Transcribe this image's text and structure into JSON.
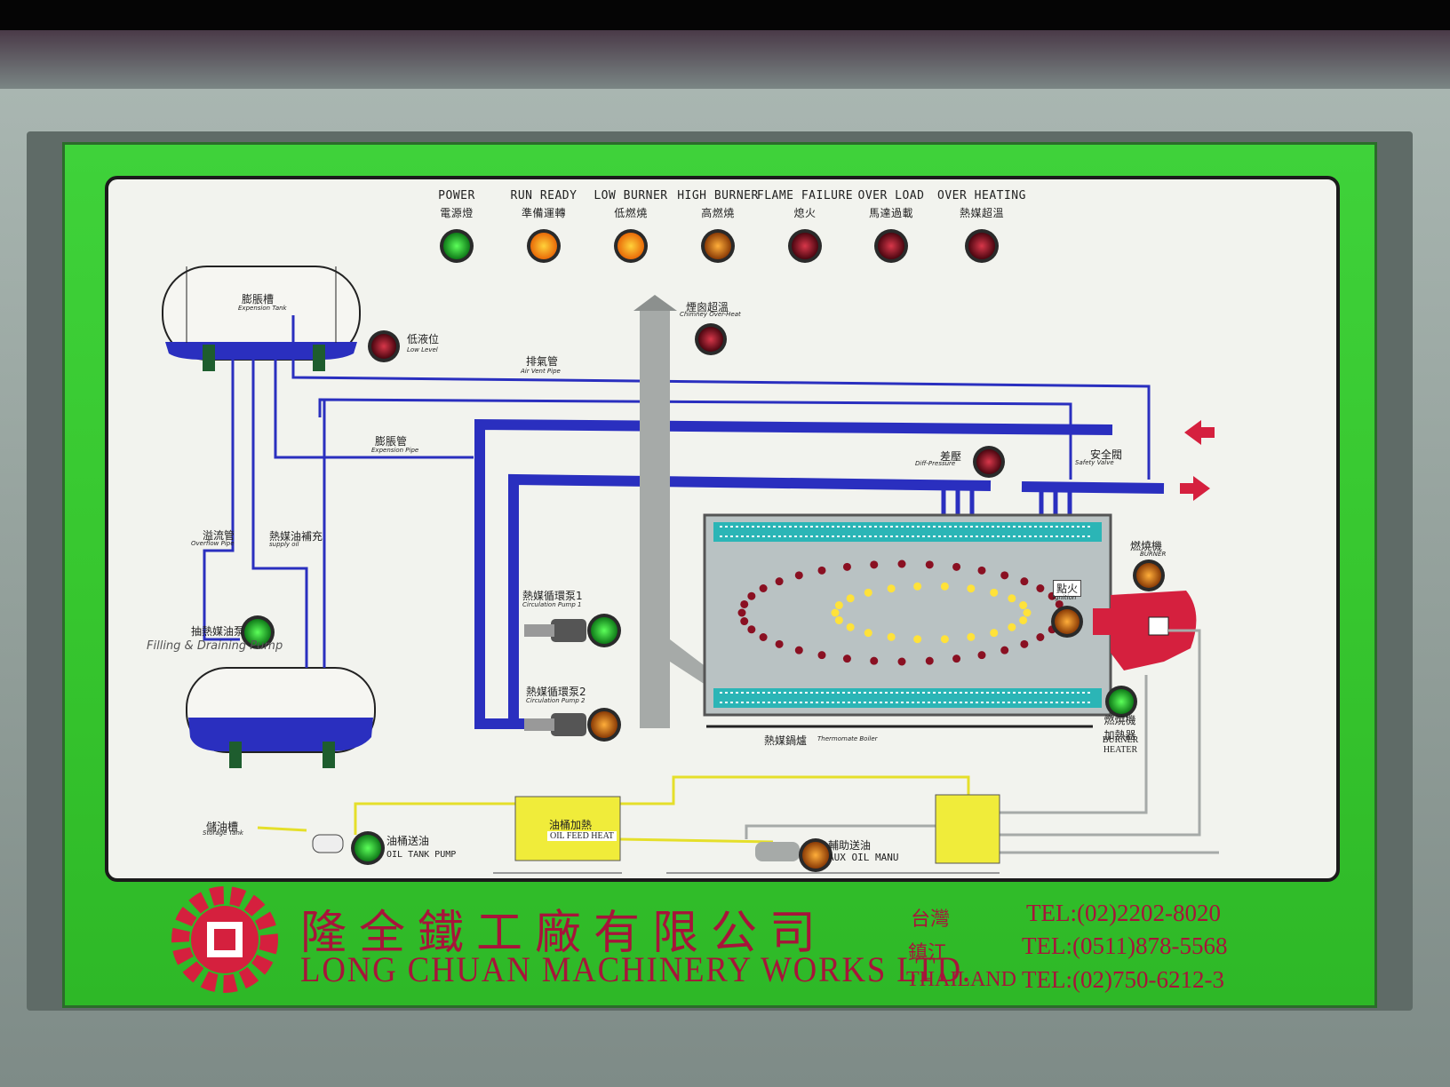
{
  "indicators": [
    {
      "label": "POWER",
      "zh": "電源燈",
      "color": "green"
    },
    {
      "label": "RUN READY",
      "zh": "準備運轉",
      "color": "orange"
    },
    {
      "label": "LOW BURNER",
      "zh": "低燃燒",
      "color": "orange"
    },
    {
      "label": "HIGH BURNER",
      "zh": "高燃燒",
      "color": "amber"
    },
    {
      "label": "FLAME FAILURE",
      "zh": "熄火",
      "color": "red"
    },
    {
      "label": "OVER LOAD",
      "zh": "馬達過載",
      "color": "red"
    },
    {
      "label": "OVER HEATING",
      "zh": "熱媒超溫",
      "color": "red"
    }
  ],
  "diagram": {
    "expansion_tank_zh": "膨脹槽",
    "expansion_tank_en": "Expension Tank",
    "low_level_zh": "低液位",
    "low_level_en": "Low Level",
    "air_vent_zh": "排氣管",
    "air_vent_en": "Air Vent Pipe",
    "chimney_zh": "煙囪超溫",
    "chimney_en": "Chimney Over-Heat",
    "expansion_pipe_zh": "膨脹管",
    "expansion_pipe_en": "Expension Pipe",
    "diff_pressure_zh": "差壓",
    "diff_pressure_en": "Diff-Pressure",
    "safety_valve_zh": "安全閥",
    "safety_valve_en": "Safety Valve",
    "overflow_zh": "溢流管",
    "overflow_en": "Overflow Pipe",
    "supply_zh": "熱媒油補充",
    "supply_en": "supply oil",
    "filling_zh": "抽熱媒油泵",
    "filling_en": "Filling & Draining Pump",
    "pump1_zh": "熱媒循環泵1",
    "pump1_en": "Circulation Pump 1",
    "pump2_zh": "熱媒循環泵2",
    "pump2_en": "Circulation Pump 2",
    "ignition_zh": "點火",
    "ignition_en": "Ignition",
    "burner_zh": "燃燒機",
    "burner_en": "BURNER",
    "boiler_zh": "熱媒鍋爐",
    "boiler_en": "Thermomate Boiler",
    "burner_heater_zh": "燃燒機加熱器",
    "burner_heater_en": "BURNER HEATER",
    "storage_zh": "儲油槽",
    "storage_en": "Storage Tank",
    "oil_tank_pump_zh": "油桶送油",
    "oil_tank_pump_en": "OIL TANK PUMP",
    "oil_feed_zh": "油桶加熱",
    "oil_feed_en": "OIL FEED HEAT",
    "aux_zh": "輔助送油",
    "aux_en": "AUX OIL MANU"
  },
  "company": {
    "name_zh": "隆全鐵工廠有限公司",
    "name_en": "LONG CHUAN MACHINERY WORKS LTD.",
    "locations": [
      {
        "place": "台灣",
        "tel": "TEL:(02)2202-8020"
      },
      {
        "place": "鎮江",
        "tel": "TEL:(0511)878-5568"
      },
      {
        "place": "THAILAND",
        "tel": "TEL:(02)750-6212-3"
      }
    ]
  },
  "colors": {
    "frame_green": "#37c72f",
    "pipe_blue": "#2a2fbf",
    "boiler_gray": "#b9c2c3",
    "burner_red": "#d5203e",
    "tank_yellow": "#f0ec3a",
    "brand_red": "#a7143a"
  }
}
